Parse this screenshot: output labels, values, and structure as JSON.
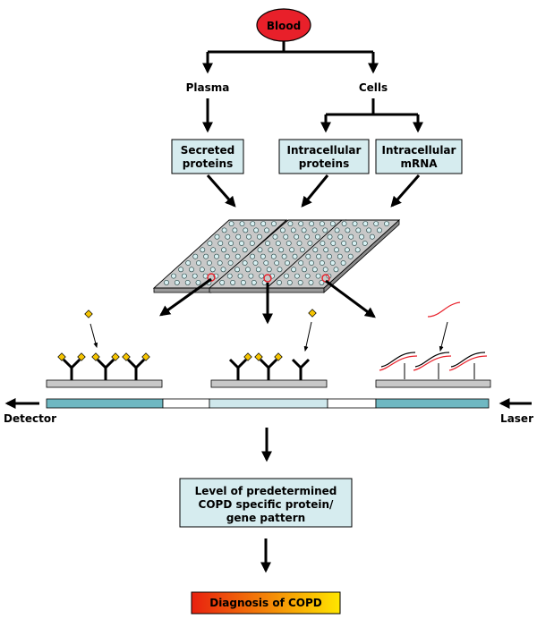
{
  "blood": "Blood",
  "plasma": "Plasma",
  "cells": "Cells",
  "boxes": {
    "secreted": [
      "Secreted",
      "proteins"
    ],
    "intra_proteins": [
      "Intracellular",
      "proteins"
    ],
    "intra_mrna": [
      "Intracellular",
      "mRNA"
    ]
  },
  "detector": "Detector",
  "laser": "Laser",
  "result": [
    "Level of predetermined",
    "COPD specific protein/",
    "gene pattern"
  ],
  "diagnosis": "Diagnosis of COPD",
  "colors": {
    "box_fill": "#d6ecef",
    "blood_fill": "#e8202a",
    "slide_fill": "#c8c8c8",
    "strip_dark": "#6fb8c2",
    "strip_light": "#cfe8ec",
    "gradient_start": "#e8200f",
    "gradient_end": "#ffe600",
    "mrna_red": "#e8202a",
    "diamond": "#f5c400"
  }
}
